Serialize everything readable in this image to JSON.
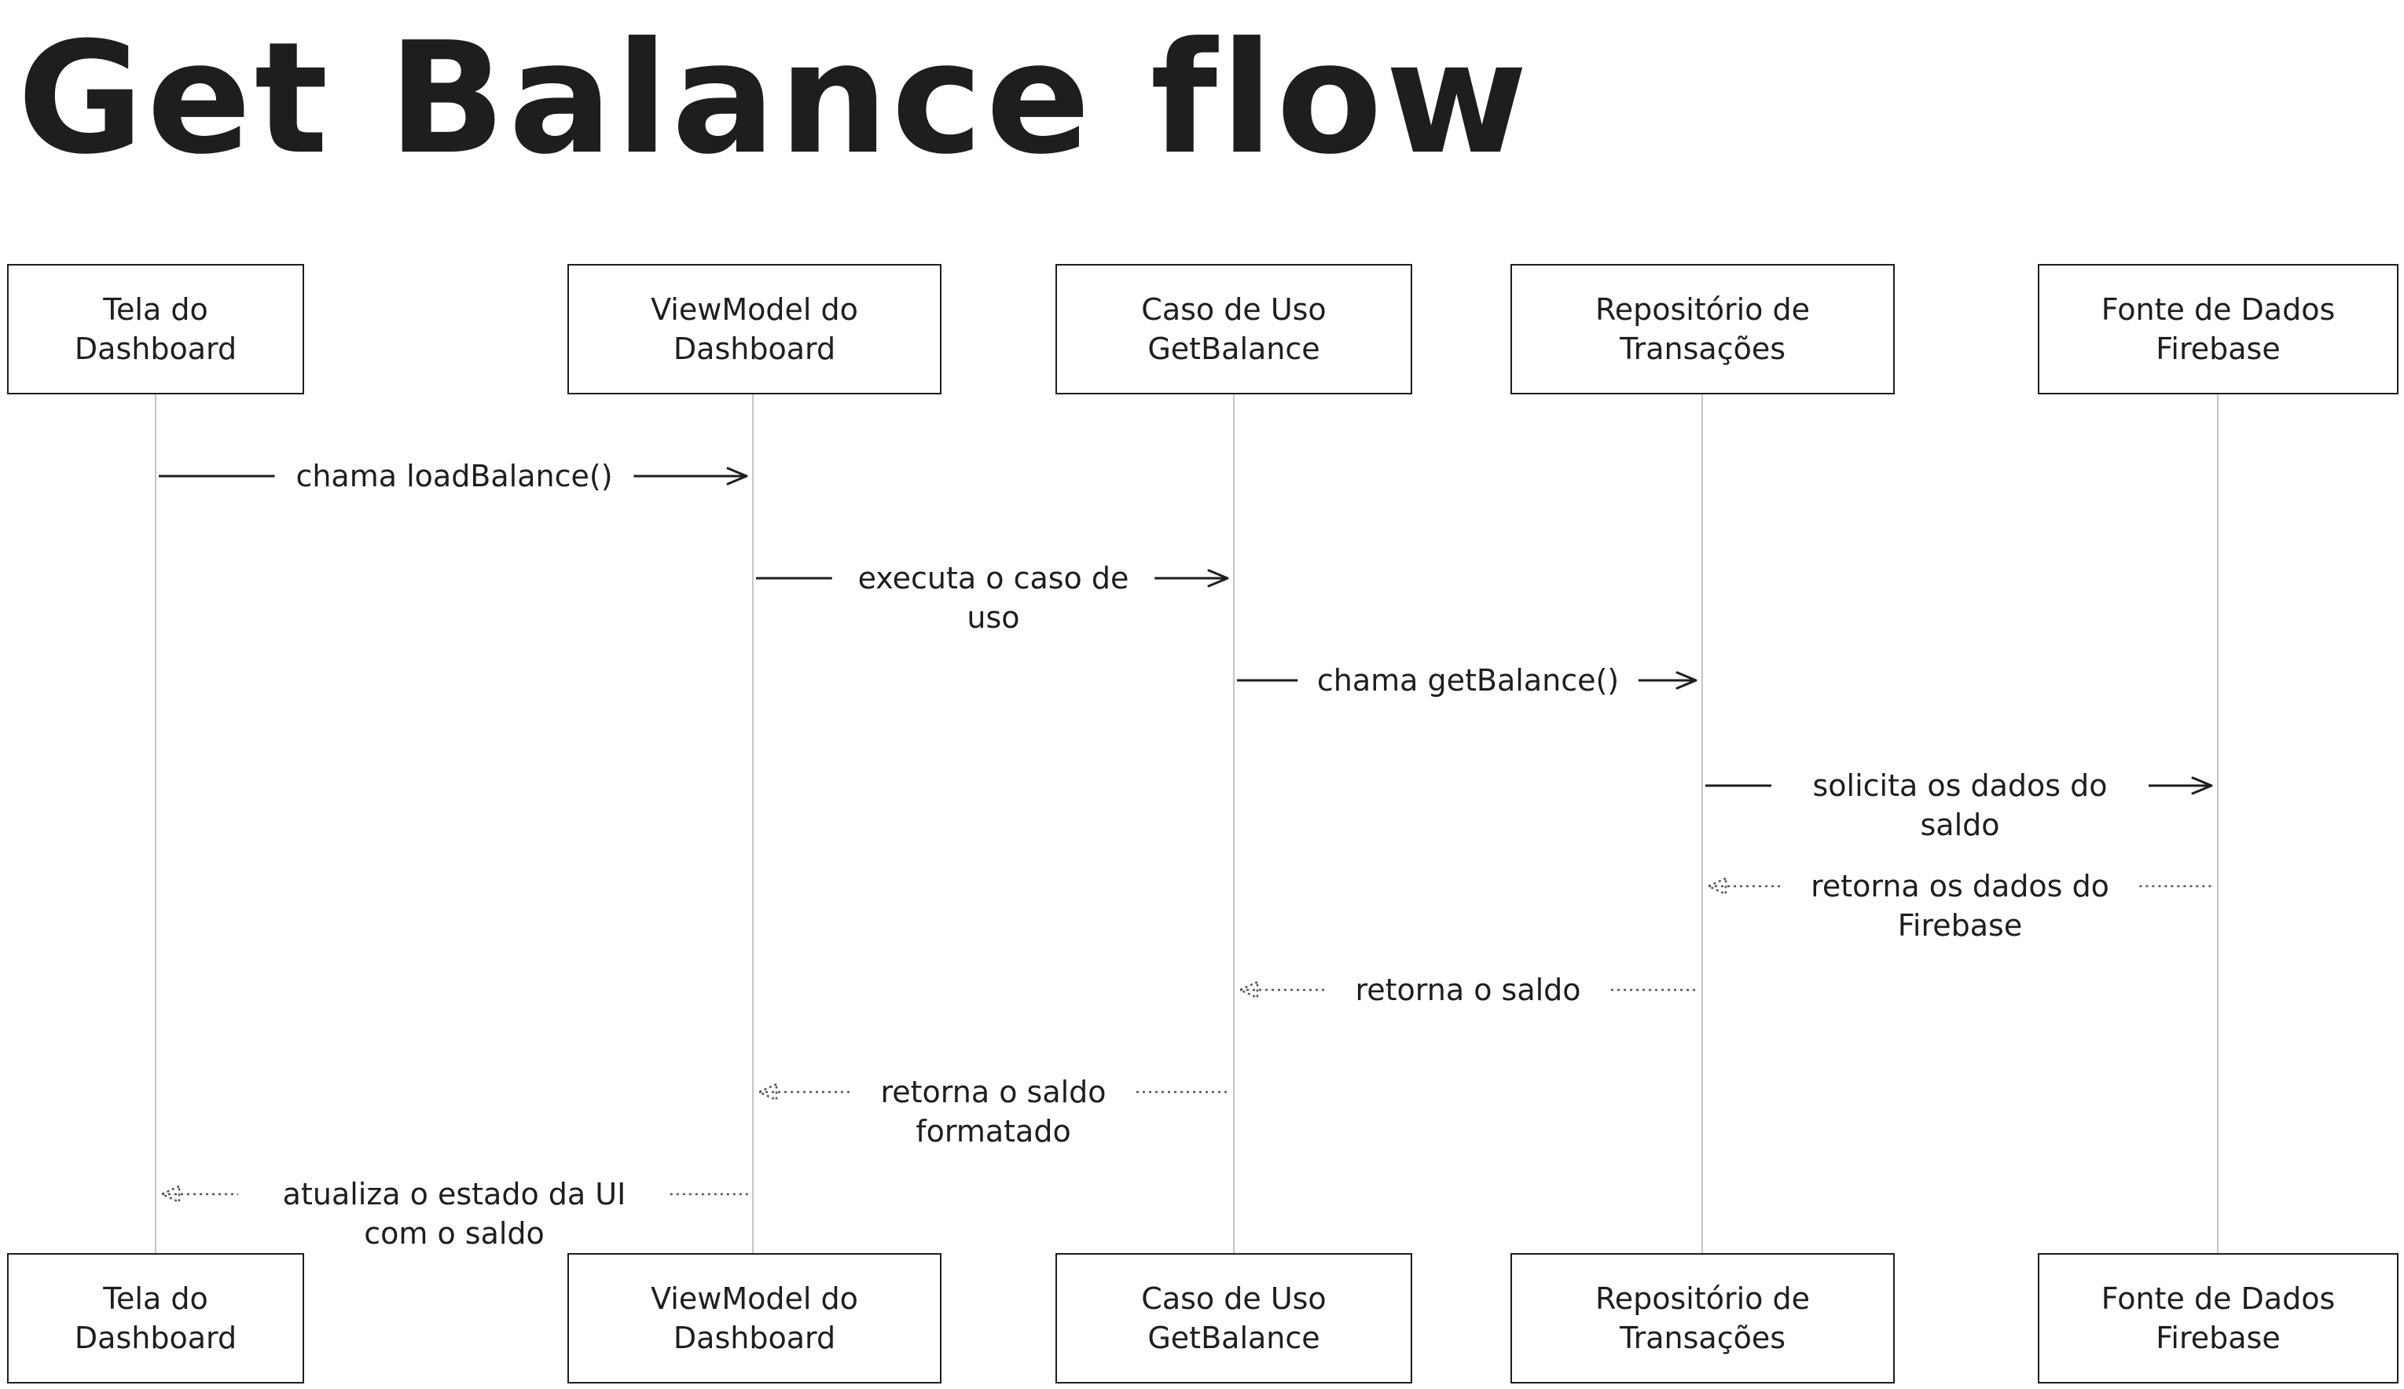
{
  "title": "Get Balance flow",
  "participants": [
    {
      "id": "tela",
      "lines": [
        "Tela do",
        "Dashboard"
      ]
    },
    {
      "id": "viewmodel",
      "lines": [
        "ViewModel do",
        "Dashboard"
      ]
    },
    {
      "id": "usecase",
      "lines": [
        "Caso de Uso",
        "GetBalance"
      ]
    },
    {
      "id": "repo",
      "lines": [
        "Repositório de",
        "Transações"
      ]
    },
    {
      "id": "firebase",
      "lines": [
        "Fonte de Dados",
        "Firebase"
      ]
    }
  ],
  "messages": [
    {
      "from": 0,
      "to": 1,
      "kind": "call",
      "lines": [
        "chama loadBalance()"
      ]
    },
    {
      "from": 1,
      "to": 2,
      "kind": "call",
      "lines": [
        "executa o caso de",
        "uso"
      ]
    },
    {
      "from": 2,
      "to": 3,
      "kind": "call",
      "lines": [
        "chama getBalance()"
      ]
    },
    {
      "from": 3,
      "to": 4,
      "kind": "call",
      "lines": [
        "solicita os dados do",
        "saldo"
      ]
    },
    {
      "from": 4,
      "to": 3,
      "kind": "return",
      "lines": [
        "retorna os dados do",
        "Firebase"
      ]
    },
    {
      "from": 3,
      "to": 2,
      "kind": "return",
      "lines": [
        "retorna o saldo"
      ]
    },
    {
      "from": 2,
      "to": 1,
      "kind": "return",
      "lines": [
        "retorna o saldo",
        "formatado"
      ]
    },
    {
      "from": 1,
      "to": 0,
      "kind": "return",
      "lines": [
        "atualiza o estado da UI",
        "com o saldo"
      ]
    }
  ],
  "colors": {
    "ink": "#1e1e1e",
    "lifeline": "#c4c4c4",
    "return": "#555555",
    "background": "#ffffff"
  }
}
